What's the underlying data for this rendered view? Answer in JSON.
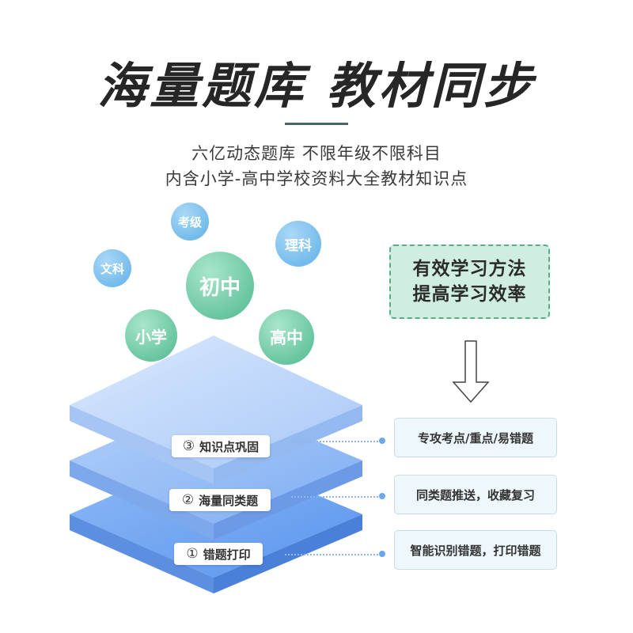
{
  "header": {
    "title": "海量题库 教材同步",
    "subtitle_line1": "六亿动态题库 不限年级不限科目",
    "subtitle_line2": "内含小学-高中学校资料大全教材知识点"
  },
  "bubbles": {
    "exam_grade": "考级",
    "science": "理科",
    "arts": "文科",
    "junior_high": "初中",
    "primary": "小学",
    "senior_high": "高中"
  },
  "method_box": {
    "line1": "有效学习方法",
    "line2": "提高学习效率"
  },
  "layers": [
    {
      "num": "③",
      "label": "知识点巩固",
      "feature": "专攻考点/重点/易错题"
    },
    {
      "num": "②",
      "label": "海量同类题",
      "feature": "同类题推送，收藏复习"
    },
    {
      "num": "①",
      "label": "错题打印",
      "feature": "智能识别错题，打印错题"
    }
  ],
  "colors": {
    "accent_green": "#5fc4a0",
    "accent_blue": "#6fb4ec",
    "layer_bottom": "#6fa4f2",
    "layer_middle": "#8db8f4",
    "layer_top": "#b9d4fb"
  }
}
